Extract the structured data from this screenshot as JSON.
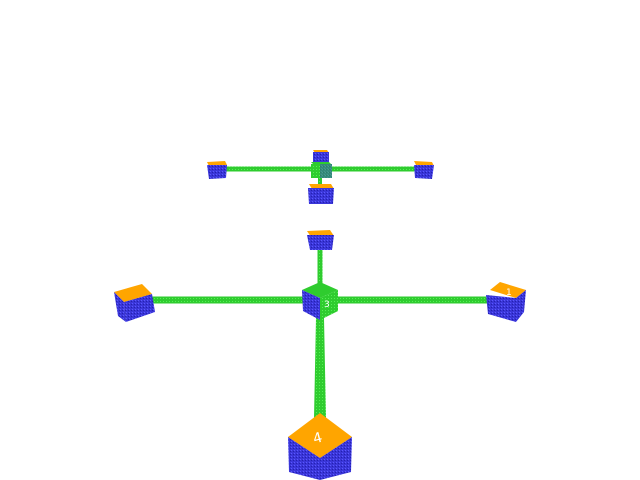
{
  "scene": {
    "background": "#ffffff",
    "colors": {
      "connector": "#2fcc2f",
      "cube_side": "#3a36d8",
      "cube_top": "#ffa500"
    },
    "near_structure": {
      "labels": {
        "center": "3",
        "right": "1",
        "front": "4"
      }
    }
  }
}
